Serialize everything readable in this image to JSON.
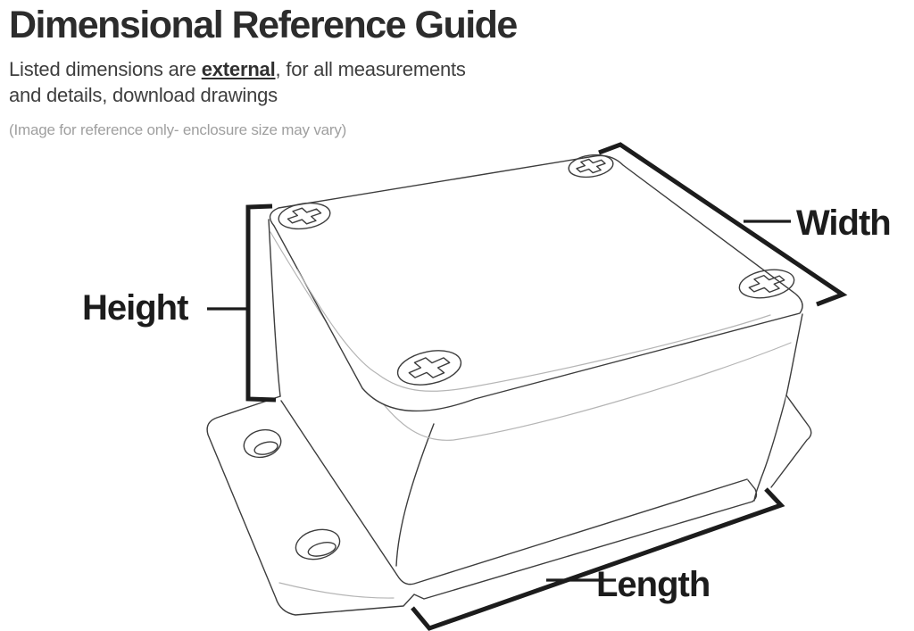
{
  "page": {
    "title": "Dimensional Reference Guide",
    "subtitle": {
      "prefix": "Listed dimensions are ",
      "emphasis": "external",
      "line1_rest": ", for all measurements",
      "line2": "and details, download drawings"
    },
    "note": "(Image for reference only- enclosure size may vary)"
  },
  "diagram": {
    "labels": {
      "height": "Height",
      "width": "Width",
      "length": "Length"
    },
    "icons": {
      "screw": "phillips-screw-icon",
      "hole": "countersunk-hole-icon"
    },
    "colors": {
      "ink": "#1c1c1c",
      "outline": "#3d3d3d",
      "light_outline": "#b5b5b5",
      "note_gray": "#9f9f9f"
    }
  }
}
